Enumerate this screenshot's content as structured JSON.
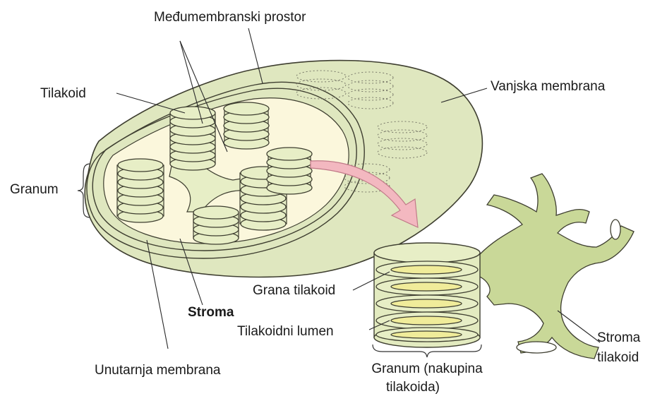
{
  "labels": {
    "intermembrane_space": "Međumembranski prostor",
    "thylakoid": "Tilakoid",
    "outer_membrane": "Vanjska membrana",
    "granum": "Granum",
    "grana_thylakoid": "Grana tilakoid",
    "stroma": "Stroma",
    "thylakoid_lumen": "Tilakoidni lumen",
    "inner_membrane": "Unutarnja membrana",
    "granum_stack_line1": "Granum (nakupina",
    "granum_stack_line2": "tilakoida)",
    "stroma_thylakoid_line1": "Stroma",
    "stroma_thylakoid_line2": "tilakoid"
  },
  "colors": {
    "outer_fill": "#dfe7bf",
    "inner_fill": "#fbf7dc",
    "stack_fill": "#e7eec6",
    "lumen": "#f0ec9a",
    "outline": "#4a4a3a",
    "arrow": "#f3b8c0"
  }
}
